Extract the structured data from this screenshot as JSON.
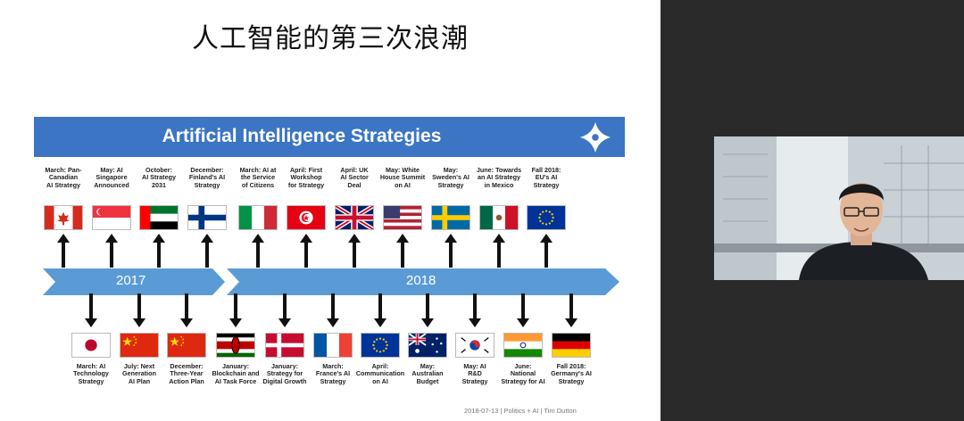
{
  "slide": {
    "title": "人工智能的第三次浪潮",
    "banner_title": "Artificial Intelligence Strategies",
    "logo_icon": "plus-cross-icon",
    "years": [
      "2017",
      "2018"
    ],
    "footer": "2018-07-13 | Politics + AI | Tim Dutton",
    "top_events": [
      {
        "label": "March: Pan-\nCanadian\nAI Strategy",
        "flag": "canada"
      },
      {
        "label": "May: AI\nSingapore\nAnnounced",
        "flag": "singapore"
      },
      {
        "label": "October:\nAI Strategy\n2031",
        "flag": "uae"
      },
      {
        "label": "December:\nFinland's AI\nStrategy",
        "flag": "finland"
      },
      {
        "label": "March: AI at\nthe Service\nof Citizens",
        "flag": "italy"
      },
      {
        "label": "April: First\nWorkshop\nfor Strategy",
        "flag": "tunisia"
      },
      {
        "label": "April: UK\nAI Sector\nDeal",
        "flag": "uk"
      },
      {
        "label": "May: White\nHouse Summit\non AI",
        "flag": "usa"
      },
      {
        "label": "May:\nSweden's AI\nStrategy",
        "flag": "sweden"
      },
      {
        "label": "June: Towards\nan AI Strategy\nin Mexico",
        "flag": "mexico"
      },
      {
        "label": "Fall 2018:\nEU's AI\nStrategy",
        "flag": "eu"
      }
    ],
    "bottom_events": [
      {
        "label": "March: AI\nTechnology\nStrategy",
        "flag": "japan"
      },
      {
        "label": "July: Next\nGeneration\nAI Plan",
        "flag": "china"
      },
      {
        "label": "December:\nThree-Year\nAction Plan",
        "flag": "china"
      },
      {
        "label": "January:\nBlockchain and\nAI Task Force",
        "flag": "kenya"
      },
      {
        "label": "January:\nStrategy for\nDigital Growth",
        "flag": "denmark"
      },
      {
        "label": "March:\nFrance's AI\nStrategy",
        "flag": "france"
      },
      {
        "label": "April:\nCommunication\non AI",
        "flag": "eu"
      },
      {
        "label": "May:\nAustralian\nBudget",
        "flag": "australia"
      },
      {
        "label": "May: AI\nR&D\nStrategy",
        "flag": "southkorea"
      },
      {
        "label": "June:\nNational\nStrategy for AI",
        "flag": "india"
      },
      {
        "label": "Fall 2018:\nGermany's AI\nStrategy",
        "flag": "germany"
      }
    ]
  },
  "colors": {
    "banner": "#3b75c4",
    "timeline": "#5b9bd5",
    "arrow": "#111111"
  }
}
